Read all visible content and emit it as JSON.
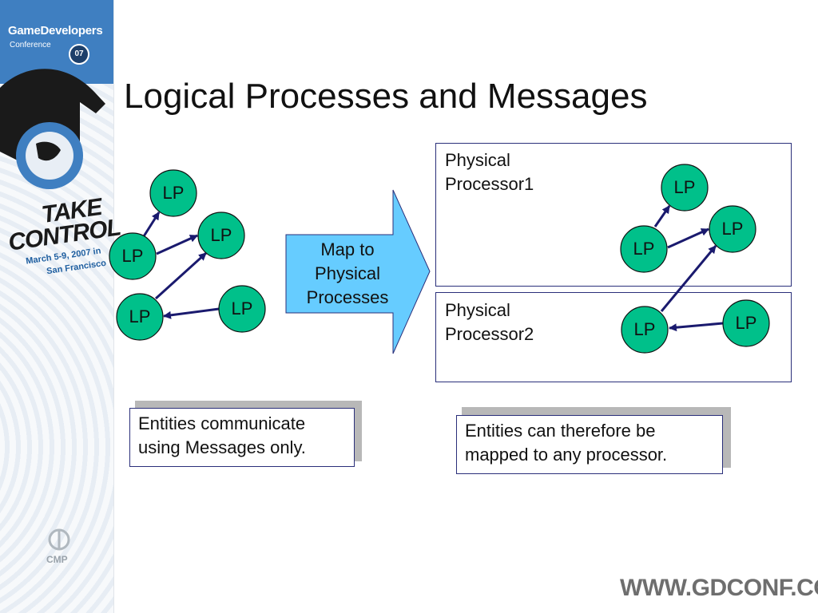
{
  "slide": {
    "title": "Logical Processes and Messages",
    "footer_url": "WWW.GDCONF.COM"
  },
  "sidebar": {
    "brand_line1": "GameDevelopers",
    "brand_line2": "Conference",
    "brand_badge": "07",
    "slogan_line1": "TAKE",
    "slogan_line2": "CONTROL",
    "dates_line1": "March 5-9, 2007 in",
    "dates_line2": "San Francisco",
    "sponsor": "CMP"
  },
  "diagram": {
    "lp_label": "LP",
    "lp_color": "#00c08a",
    "arrow_color": "#1a1a6e",
    "map_arrow": {
      "label": "Map to Physical Processes",
      "fill": "#66ccff"
    },
    "processor1": {
      "label": "Physical Processor1"
    },
    "processor2": {
      "label": "Physical Processor2"
    }
  },
  "notes": {
    "left": "Entities communicate using Messages only.",
    "right": "Entities can therefore be mapped to any processor."
  }
}
